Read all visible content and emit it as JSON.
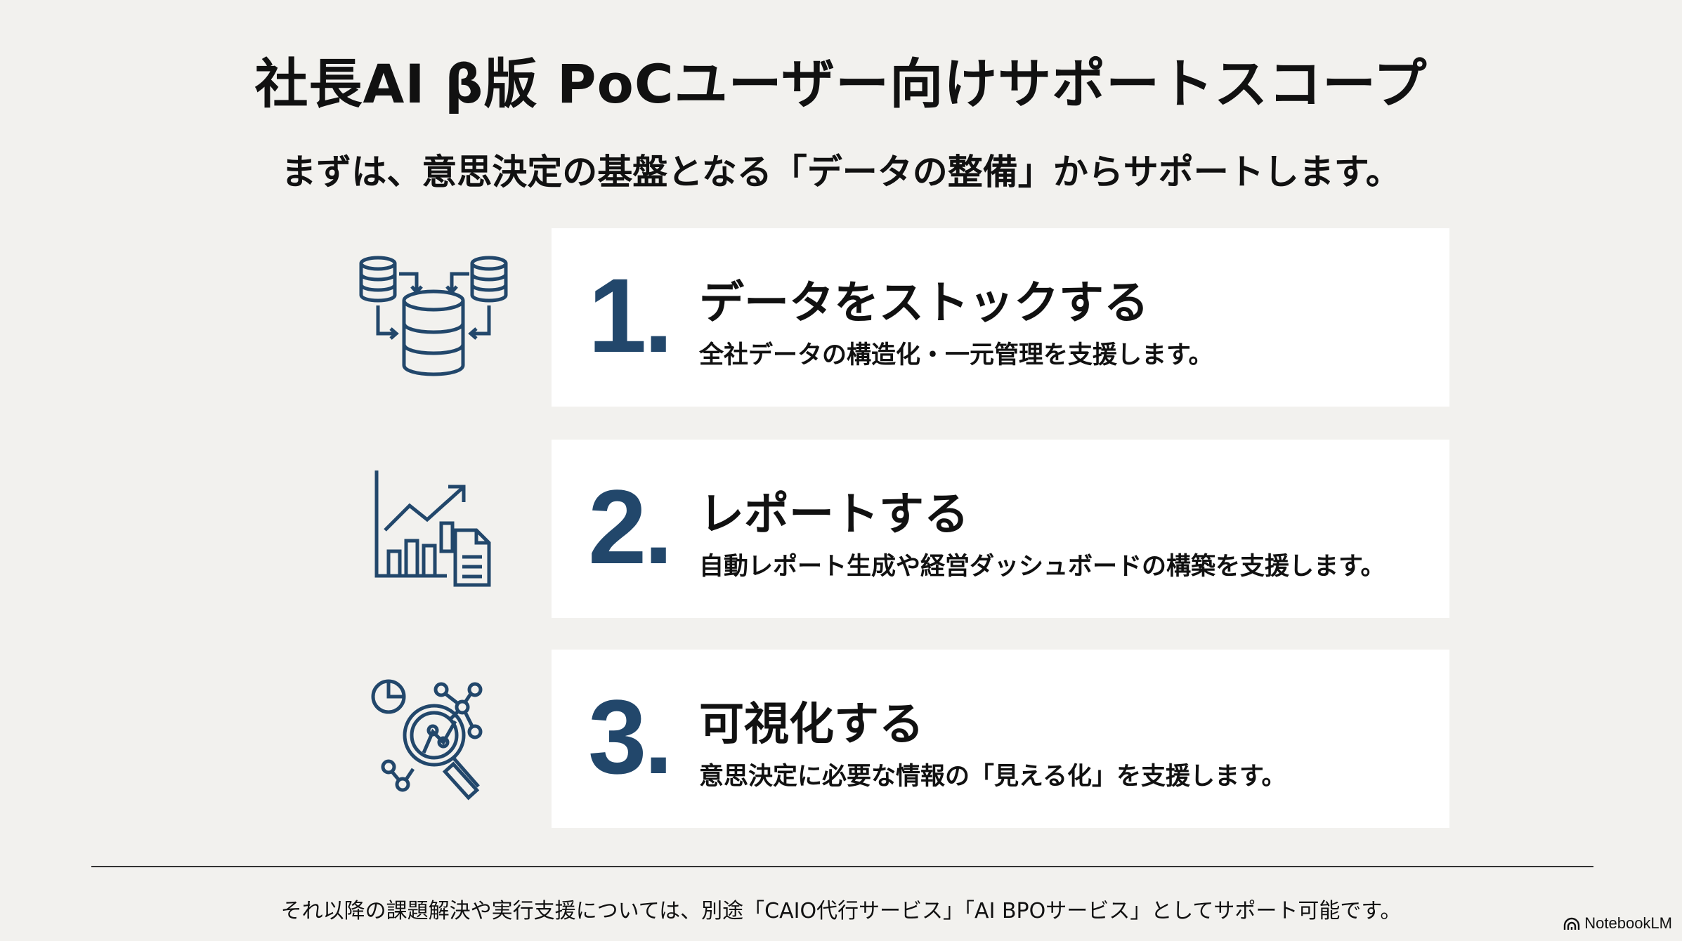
{
  "title": "社長AI β版 PoCユーザー向けサポートスコープ",
  "subtitle": "まずは、意思決定の基盤となる「データの整備」からサポートします。",
  "items": [
    {
      "number": "1.",
      "heading": "データをストックする",
      "description": "全社データの構造化・一元管理を支援します。",
      "icon": "database-merge-icon"
    },
    {
      "number": "2.",
      "heading": "レポートする",
      "description": "自動レポート生成や経営ダッシュボードの構築を支援します。",
      "icon": "chart-report-icon"
    },
    {
      "number": "3.",
      "heading": "可視化する",
      "description": "意思決定に必要な情報の「見える化」を支援します。",
      "icon": "magnifier-analytics-icon"
    }
  ],
  "footer": "それ以降の課題解決や実行支援については、別途「CAIO代行サービス」「AI BPOサービス」としてサポート可能です。",
  "brand": "NotebookLM",
  "colors": {
    "accent": "#22476b",
    "background": "#f2f1ee",
    "card": "#ffffff"
  }
}
